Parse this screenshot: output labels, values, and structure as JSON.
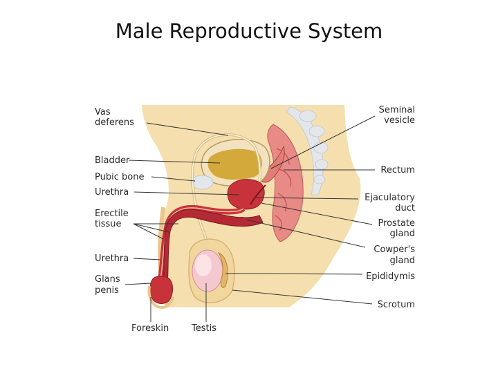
{
  "title": "Male Reproductive System",
  "labels": {
    "vas_deferens": [
      "Vas",
      "deferens"
    ],
    "seminal_vesicle": [
      "Seminal",
      "vesicle"
    ],
    "bladder": "Bladder",
    "pubic_bone": "Pubic bone",
    "urethra_upper": "Urethra",
    "rectum": "Rectum",
    "ejaculatory_duct": [
      "Ejaculatory",
      "duct"
    ],
    "erectile_tissue": [
      "Erectile",
      "tissue"
    ],
    "prostate_gland": [
      "Prostate",
      "gland"
    ],
    "cowpers_gland": [
      "Cowper's",
      "gland"
    ],
    "urethra_lower": "Urethra",
    "epididymis": "Epididymis",
    "glans_penis": [
      "Glans",
      "penis"
    ],
    "scrotum": "Scrotum",
    "foreskin": "Foreskin",
    "testis": "Testis"
  },
  "colors": {
    "skin": "#f6dfae",
    "bladder": "#d4a93c",
    "tissue_red": "#c8323a",
    "muscle_pink": "#e88a86",
    "bone": "#e3e6ea",
    "testis": "#f4c8cf"
  }
}
